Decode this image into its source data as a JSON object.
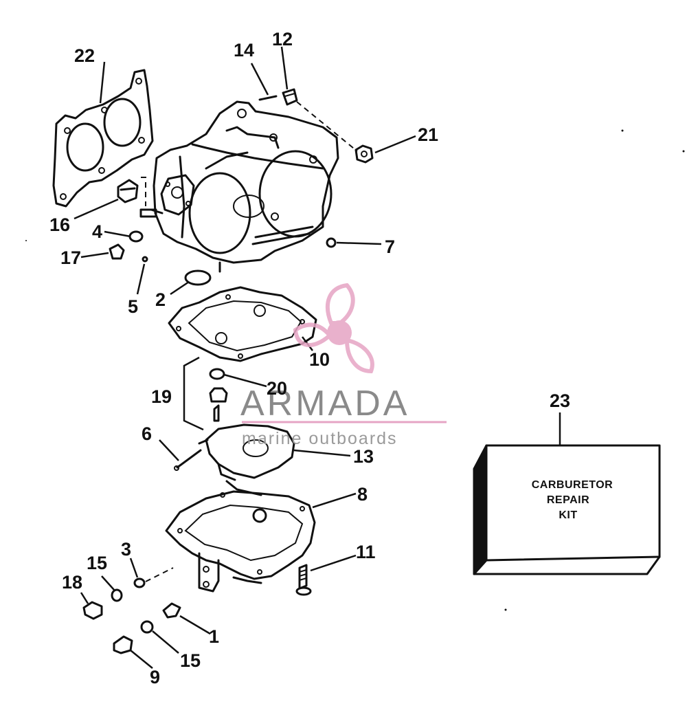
{
  "callouts": {
    "c1": "1",
    "c2": "2",
    "c3": "3",
    "c4": "4",
    "c5": "5",
    "c6": "6",
    "c7": "7",
    "c8": "8",
    "c9": "9",
    "c10": "10",
    "c11": "11",
    "c12": "12",
    "c13": "13",
    "c14": "14",
    "c15a": "15",
    "c15b": "15",
    "c16": "16",
    "c17": "17",
    "c18": "18",
    "c19": "19",
    "c20": "20",
    "c21": "21",
    "c22": "22",
    "c23": "23"
  },
  "kit_box": {
    "line1": "CARBURETOR",
    "line2": "REPAIR",
    "line3": "KIT"
  },
  "watermark": {
    "brand": "ARMADA",
    "tagline": "marine outboards",
    "logo_color": "#e6a4c4",
    "text_color": "#8a8a8a"
  }
}
